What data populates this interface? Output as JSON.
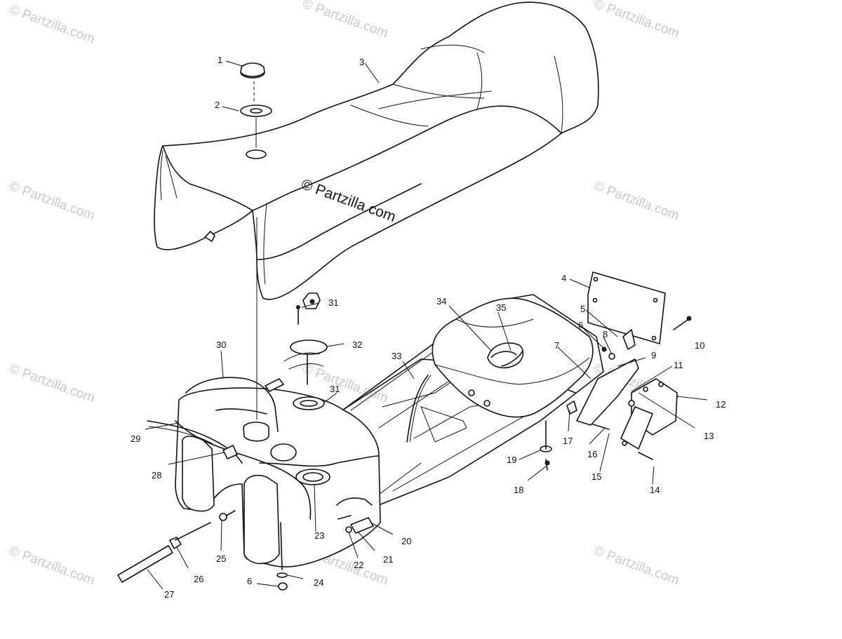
{
  "watermark": {
    "text": "© Partzilla.com",
    "center_text": "© Partzilla.com"
  },
  "callouts": [
    "1",
    "2",
    "3",
    "4",
    "5",
    "6",
    "7",
    "8",
    "9",
    "10",
    "11",
    "12",
    "13",
    "14",
    "15",
    "16",
    "17",
    "18",
    "19",
    "20",
    "21",
    "22",
    "23",
    "24",
    "25",
    "26",
    "27",
    "28",
    "29",
    "30",
    "31",
    "32",
    "33",
    "34",
    "35"
  ],
  "colors": {
    "line": "#111111",
    "watermark": "#c9c9c9",
    "background": "#ffffff"
  }
}
